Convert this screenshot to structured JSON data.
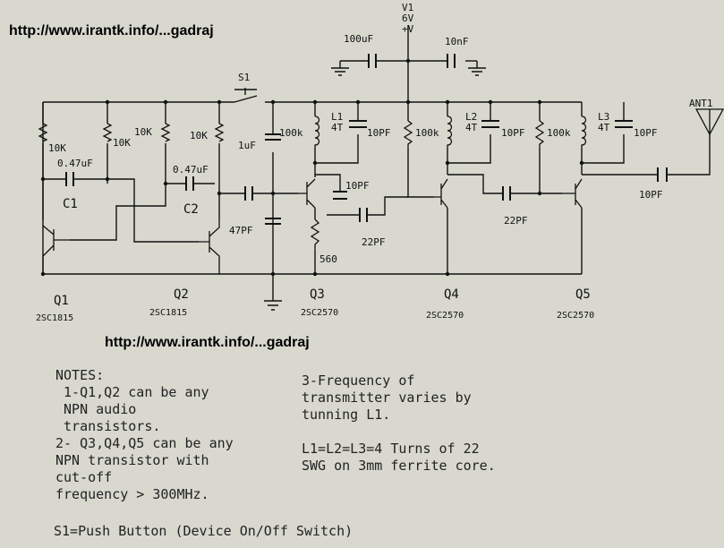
{
  "watermark_top": "http://www.irantk.info/...gadraj",
  "watermark_mid": "http://www.irantk.info/...gadraj",
  "power": {
    "name": "V1",
    "voltage": "6V",
    "plus": "+V"
  },
  "labels": {
    "c_100uF": "100uF",
    "c_10nF": "10nF",
    "s1": "S1",
    "r1": "10K",
    "r2": "10K",
    "r3": "10K",
    "r4": "10K",
    "c1_val": "0.47uF",
    "c1": "C1",
    "c2_val": "0.47uF",
    "c2": "C2",
    "c_1uF": "1uF",
    "c_47pF": "47PF",
    "r_q3": "100k",
    "l1": "L1",
    "l1_t": "4T",
    "c_l1": "10PF",
    "c_q3be": "10PF",
    "c_q3out": "22PF",
    "r_560": "560",
    "r_q4": "100k",
    "l2": "L2",
    "l2_t": "4T",
    "c_l2": "10PF",
    "c_q4out": "22PF",
    "r_q5": "100k",
    "l3": "L3",
    "l3_t": "4T",
    "c_l3": "10PF",
    "c_ant": "10PF",
    "ant": "ANT1"
  },
  "transistors": [
    {
      "name": "Q1",
      "part": "2SC1815"
    },
    {
      "name": "Q2",
      "part": "2SC1815"
    },
    {
      "name": "Q3",
      "part": "2SC2570"
    },
    {
      "name": "Q4",
      "part": "2SC2570"
    },
    {
      "name": "Q5",
      "part": "2SC2570"
    }
  ],
  "notes_left": "NOTES:\n 1-Q1,Q2 can be any\n NPN audio\n transistors.\n2- Q3,Q4,Q5 can be any\nNPN transistor with\ncut-off\nfrequency > 300MHz.",
  "notes_right": "3-Frequency of\ntransmitter varies by\ntunning L1.\n\nL1=L2=L3=4 Turns of 22\nSWG on 3mm ferrite core.",
  "footer": "S1=Push Button (Device On/Off Switch)"
}
